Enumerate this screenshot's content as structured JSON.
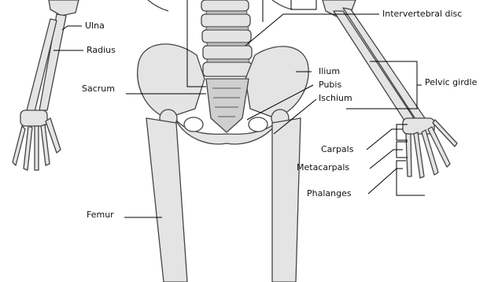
{
  "labels": {
    "ulna": "Ulna",
    "radius": "Radius",
    "sacrum": "Sacrum",
    "femur": "Femur",
    "intervertebral_disc": "Intervertebral disc",
    "ilium": "Ilium",
    "pubis": "Pubis",
    "ischium": "Ischium",
    "pelvic_girdle": "Pelvic girdle",
    "carpals": "Carpals",
    "metacarpals": "Metacarpals",
    "phalanges": "Phalanges"
  },
  "colors": {
    "bone_fill": "#e4e4e4",
    "bone_stroke": "#444444",
    "bone_shade": "#bdbdbd",
    "leader_line": "#000000",
    "label_text": "#111111"
  }
}
